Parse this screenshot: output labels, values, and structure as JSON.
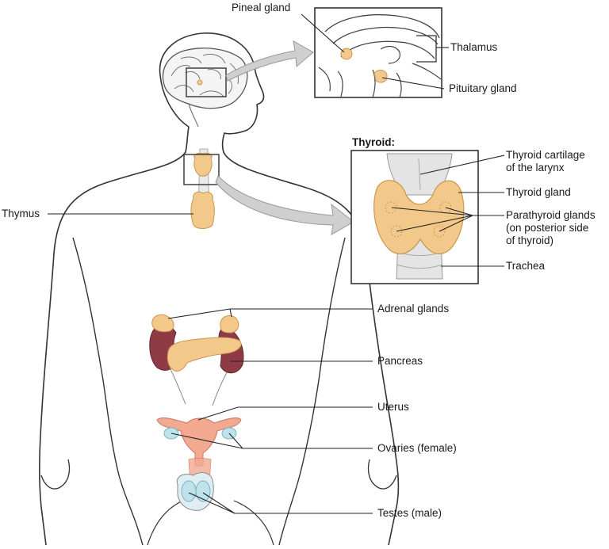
{
  "diagram": {
    "labels": {
      "pineal": "Pineal gland",
      "thalamus": "Thalamus",
      "pituitary": "Pituitary gland",
      "thyroid_title": "Thyroid:",
      "thyroid_cartilage_1": "Thyroid cartilage",
      "thyroid_cartilage_2": "of the larynx",
      "thyroid_gland": "Thyroid gland",
      "parathyroid_1": "Parathyroid glands",
      "parathyroid_2": "(on posterior side",
      "parathyroid_3": "of thyroid)",
      "trachea": "Trachea",
      "thymus": "Thymus",
      "adrenal": "Adrenal glands",
      "pancreas": "Pancreas",
      "uterus": "Uterus",
      "ovaries": "Ovaries (female)",
      "testes": "Testes (male)"
    },
    "colors": {
      "gland": "#f3c98b",
      "gland_outline": "#c9974f",
      "kidney": "#8e3b46",
      "uterus": "#f2a98f",
      "ovary": "#bfe3ea",
      "trachea": "#e4e4e4",
      "outline": "#333333",
      "arrow": "#c8c8c8"
    }
  }
}
